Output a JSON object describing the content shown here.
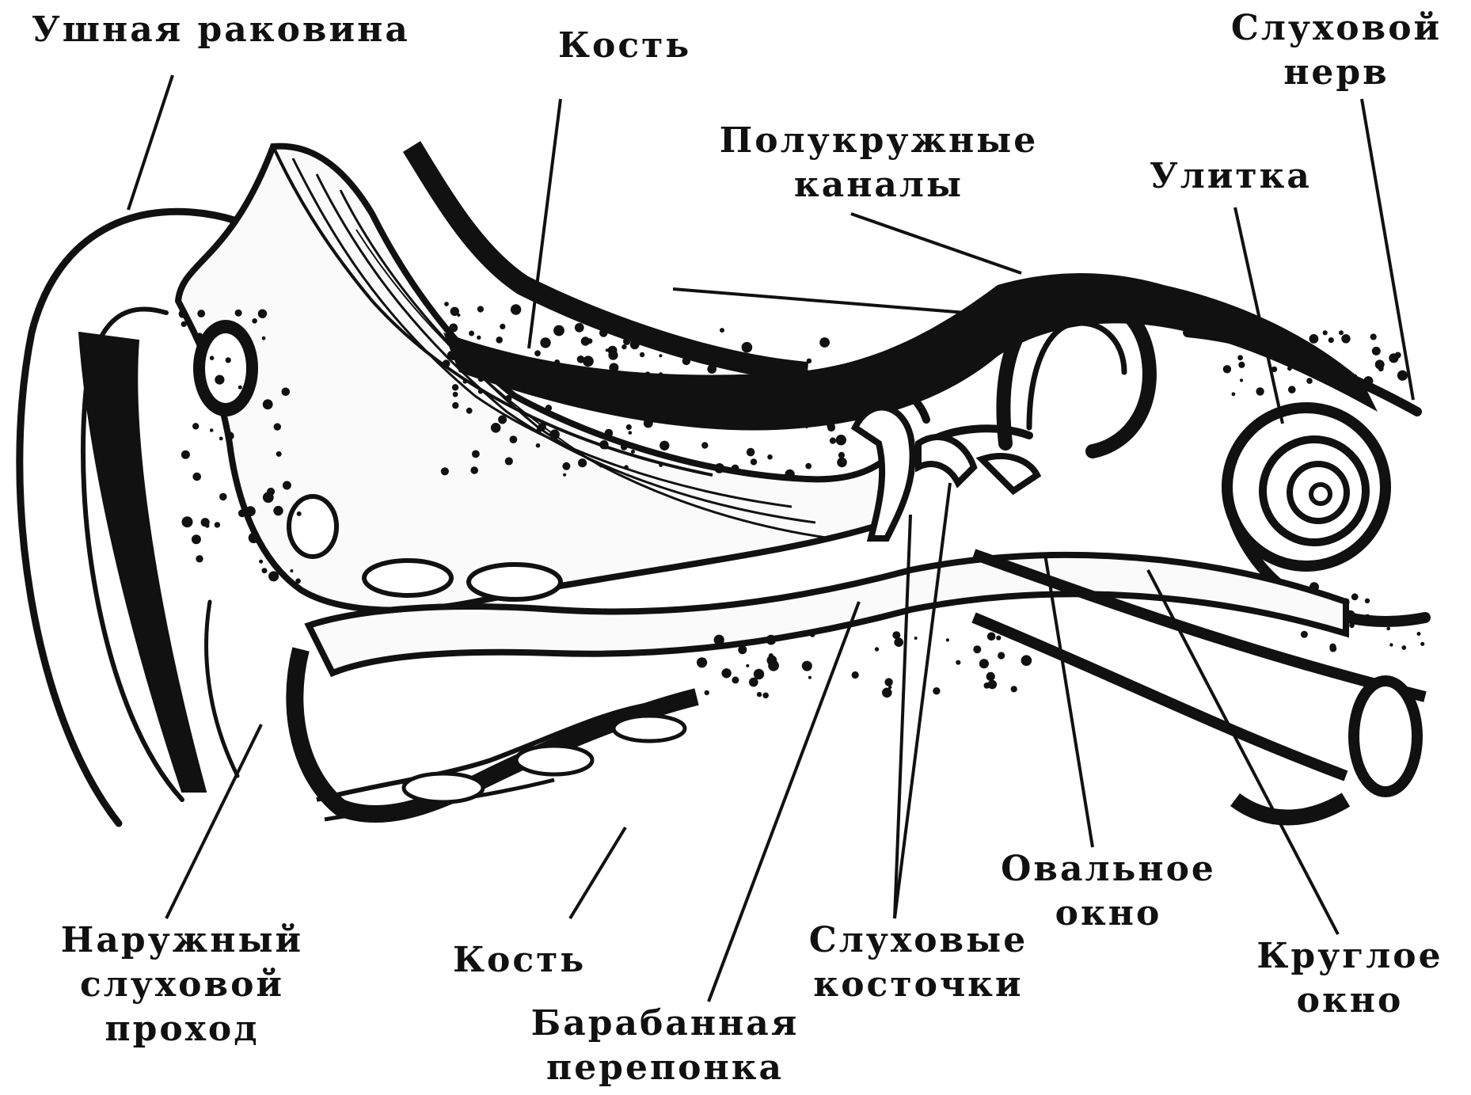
{
  "colors": {
    "ink": "#111111",
    "paper": "#ffffff",
    "bone": "#f2f2f2"
  },
  "labels": {
    "pinna": "Ушная раковина",
    "bone_top": "Кость",
    "auditory_nerve": [
      "Слуховой",
      "нерв"
    ],
    "semicircular_canals": [
      "Полукружные",
      "каналы"
    ],
    "cochlea": "Улитка",
    "external_canal": [
      "Наружный",
      "слуховой",
      "проход"
    ],
    "bone_bottom": "Кость",
    "eardrum": [
      "Барабанная",
      "перепонка"
    ],
    "ossicles": [
      "Слуховые",
      "косточки"
    ],
    "oval_window": [
      "Овальное",
      "окно"
    ],
    "round_window": [
      "Круглое",
      "окно"
    ]
  }
}
